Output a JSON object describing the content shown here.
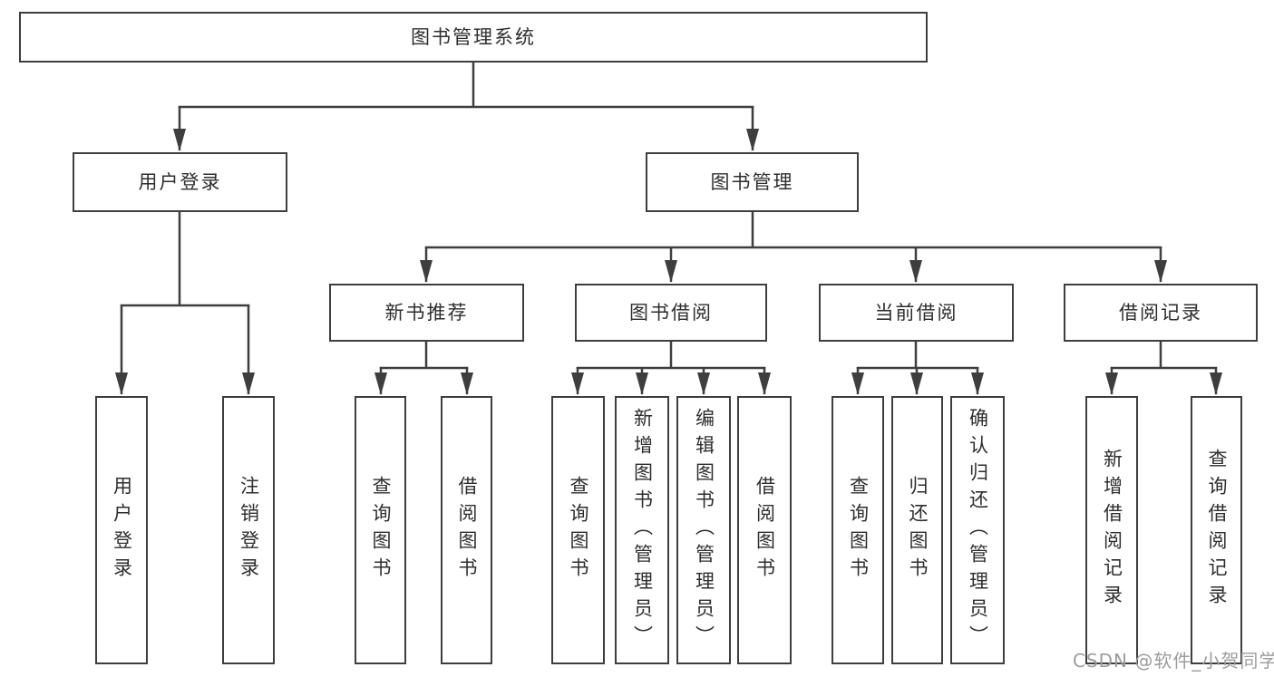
{
  "colors": {
    "line": "#3e3e3e",
    "text": "#2e2e2e",
    "node-bg": "#ffffff",
    "watermark": "#9c9c9c",
    "background": "#ffffff"
  },
  "diagram": {
    "root": {
      "label": "图书管理系统"
    },
    "level1": [
      {
        "label": "用户登录"
      },
      {
        "label": "图书管理"
      }
    ],
    "level2": [
      {
        "label": "新书推荐"
      },
      {
        "label": "图书借阅"
      },
      {
        "label": "当前借阅"
      },
      {
        "label": "借阅记录"
      }
    ],
    "leaves": {
      "user_login": [
        {
          "label": "用户登录"
        },
        {
          "label": "注销登录"
        }
      ],
      "new_book": [
        {
          "label": "查询图书"
        },
        {
          "label": "借阅图书"
        }
      ],
      "book_borrow": [
        {
          "label": "查询图书"
        },
        {
          "label": "新增图书（管理员）"
        },
        {
          "label": "编辑图书（管理员）"
        },
        {
          "label": "借阅图书"
        }
      ],
      "current_borrow": [
        {
          "label": "查询图书"
        },
        {
          "label": "归还图书"
        },
        {
          "label": "确认归还（管理员）"
        }
      ],
      "borrow_record": [
        {
          "label": "新增借阅记录"
        },
        {
          "label": "查询借阅记录"
        }
      ]
    }
  },
  "watermark": {
    "label": "CSDN @软件_小贺同学"
  }
}
